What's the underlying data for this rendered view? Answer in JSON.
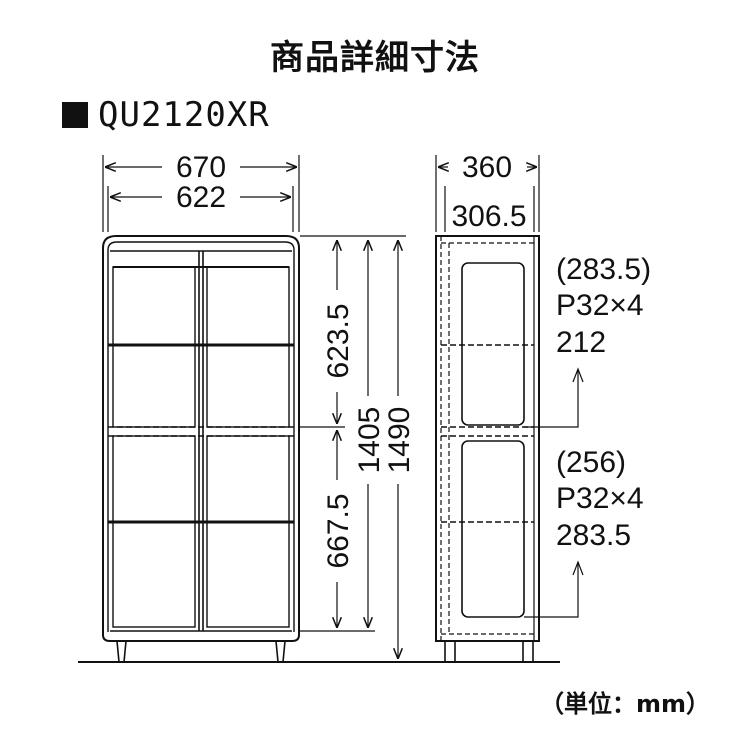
{
  "title": "商品詳細寸法",
  "model": "QU2120XR",
  "unit_note": "（単位：mm）",
  "front": {
    "outer_width": "670",
    "inner_width": "622",
    "lower_section_height": "667.5",
    "upper_section_height": "623.5",
    "inner_height": "1405",
    "total_height": "1490"
  },
  "side": {
    "outer_depth": "360",
    "inner_depth": "306.5",
    "upper_shelf": {
      "top": "(283.5)",
      "pitch": "P32×4",
      "bottom": "212"
    },
    "lower_shelf": {
      "top": "(256)",
      "pitch": "P32×4",
      "bottom": "283.5"
    }
  }
}
